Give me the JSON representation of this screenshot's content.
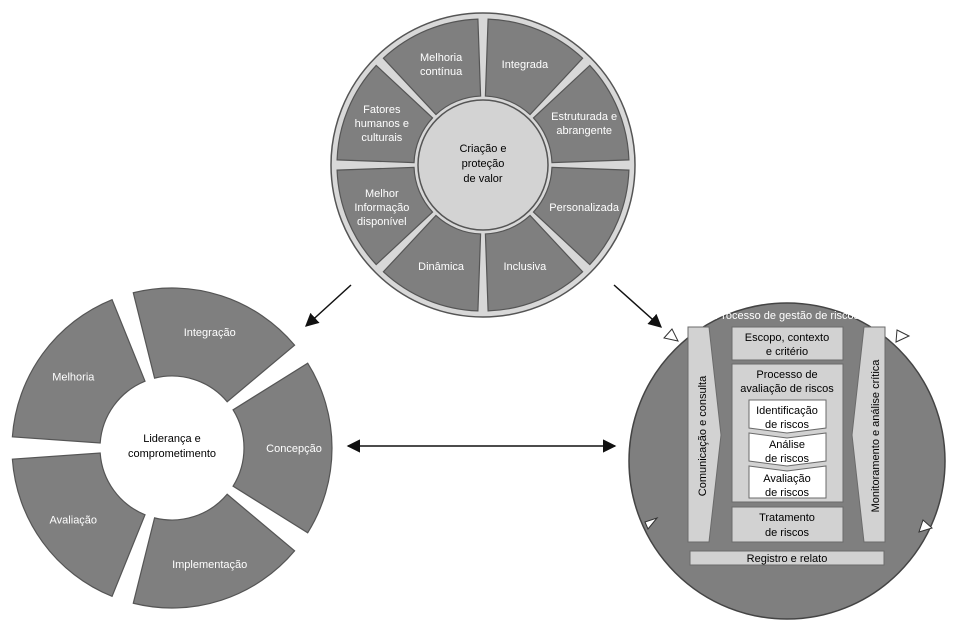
{
  "principles": {
    "center": [
      "Criação e",
      "proteção",
      "de valor"
    ],
    "segments": [
      {
        "lines": [
          "Melhoria",
          "contínua"
        ]
      },
      {
        "lines": [
          "Integrada"
        ]
      },
      {
        "lines": [
          "Estruturada e",
          "abrangente"
        ]
      },
      {
        "lines": [
          "Personalizada"
        ]
      },
      {
        "lines": [
          "Inclusiva"
        ]
      },
      {
        "lines": [
          "Dinâmica"
        ]
      },
      {
        "lines": [
          "Melhor",
          "Informação",
          "disponível"
        ]
      },
      {
        "lines": [
          "Fatores",
          "humanos e",
          "culturais"
        ]
      }
    ]
  },
  "framework": {
    "center": [
      "Liderança e",
      "comprometimento"
    ],
    "segments": [
      {
        "label": "Integração"
      },
      {
        "label": "Concepção"
      },
      {
        "label": "Implementação"
      },
      {
        "label": "Avaliação"
      },
      {
        "label": "Melhoria"
      }
    ]
  },
  "process": {
    "title": "Processo de gestão de riscos",
    "left_bar": "Comunicação e consulta",
    "right_bar": "Monitoramento e análise crítica",
    "scope": [
      "Escopo, contexto",
      "e critério"
    ],
    "assessment": [
      "Processo de",
      "avaliação de riscos"
    ],
    "steps": [
      {
        "lines": [
          "Identificação",
          "de riscos"
        ]
      },
      {
        "lines": [
          "Análise",
          "de riscos"
        ]
      },
      {
        "lines": [
          "Avaliação",
          "de riscos"
        ]
      }
    ],
    "treatment": [
      "Tratamento",
      "de riscos"
    ],
    "record": "Registro e relato"
  },
  "colors": {
    "segment_fill": "#7f7f7f",
    "center_fill": "#d3d3d3",
    "box_fill": "#d2d2d2"
  }
}
